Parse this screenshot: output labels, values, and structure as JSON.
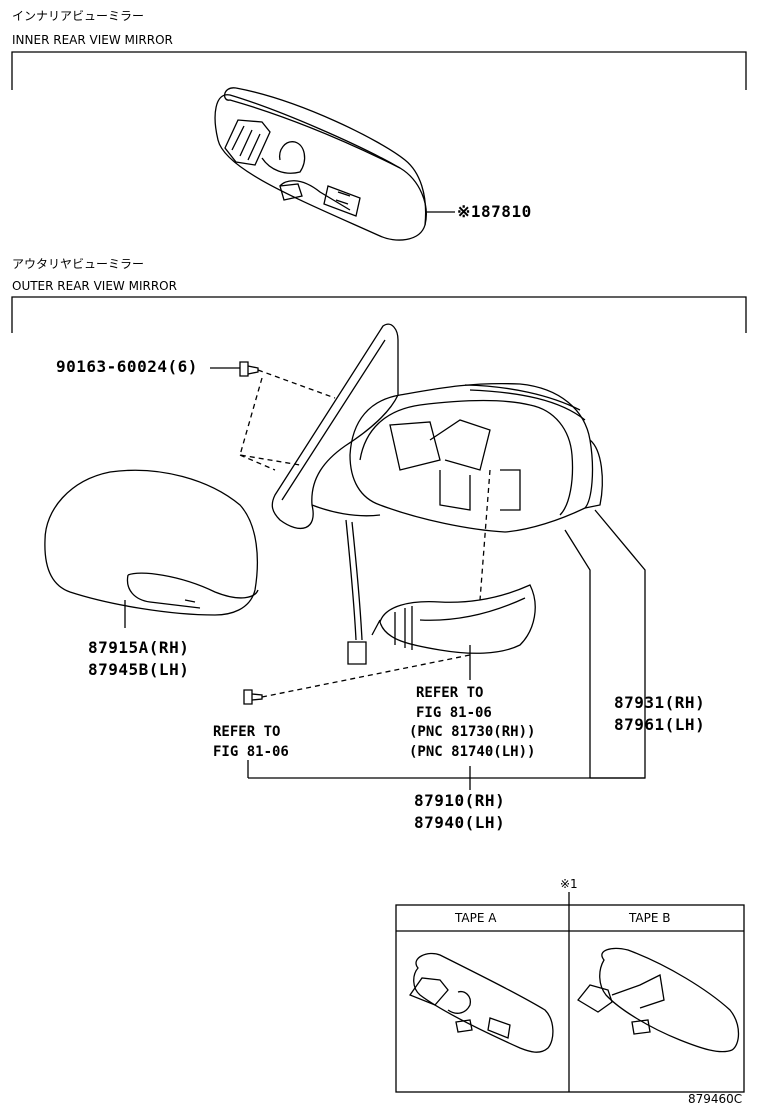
{
  "sections": {
    "inner": {
      "title_jp": "インナリアビューミラー",
      "title_en": "INNER REAR VIEW MIRROR"
    },
    "outer": {
      "title_jp": "アウタリヤビューミラー",
      "title_en": "OUTER REAR VIEW MIRROR"
    }
  },
  "parts": {
    "inner_mirror": "※187810",
    "screw": "90163-60024(6)",
    "cover_rh": "87915A(RH)",
    "cover_lh": "87945B(LH)",
    "refer1_line1": "REFER TO",
    "refer1_line2": "FIG 81-06",
    "refer2_line1": "REFER TO",
    "refer2_line2": "FIG 81-06",
    "refer2_line3": "(PNC 81730(RH))",
    "refer2_line4": "(PNC 81740(LH))",
    "glass_rh": "87931(RH)",
    "glass_lh": "87961(LH)",
    "assy_rh": "87910(RH)",
    "assy_lh": "87940(LH)"
  },
  "inset": {
    "note_mark": "※1",
    "col_a": "TAPE A",
    "col_b": "TAPE B"
  },
  "figure_code": "879460C"
}
